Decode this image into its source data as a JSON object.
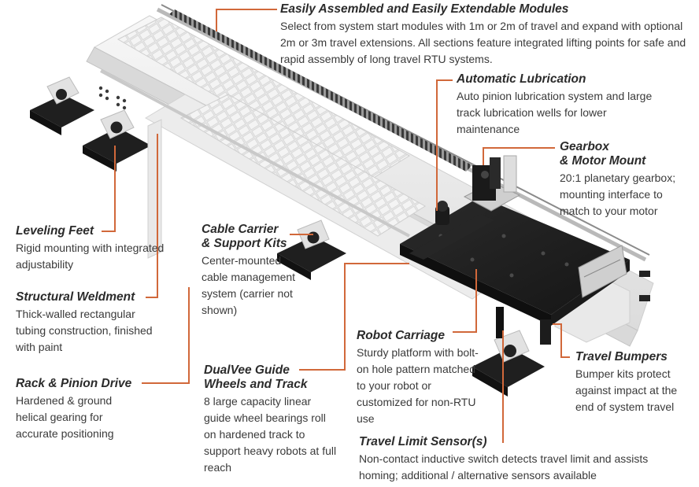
{
  "colors": {
    "accent": "#d1683a",
    "title_text": "#2b2b2b",
    "body_text": "#3a3a3a",
    "machine_dark": "#1e1e1e",
    "rail_light": "#eeeeee"
  },
  "callouts": {
    "modules": {
      "title": "Easily Assembled and Easily Extendable Modules",
      "desc": "Select from system start modules with 1m or 2m of travel and expand with optional 2m or 3m travel extensions. All sections feature integrated lifting points for safe and rapid assembly of long travel RTU systems."
    },
    "lubrication": {
      "title": "Automatic Lubrication",
      "desc": "Auto pinion lubrication system and large track lubrication wells for lower maintenance"
    },
    "gearbox": {
      "title_line1": "Gearbox",
      "title_line2": "& Motor Mount",
      "desc": "20:1 planetary gearbox; mounting interface to match to your motor"
    },
    "leveling": {
      "title": "Leveling Feet",
      "desc": "Rigid mounting with integrated adjustability"
    },
    "weldment": {
      "title": "Structural Weldment",
      "desc": "Thick-walled rectangular tubing construction, finished with paint"
    },
    "rack": {
      "title": "Rack & Pinion Drive",
      "desc": "Hardened & ground helical gearing for accurate positioning"
    },
    "cable": {
      "title_line1": "Cable Carrier",
      "title_line2": "& Support Kits",
      "desc": "Center-mounted cable management system (carrier not shown)"
    },
    "dualvee": {
      "title_line1": "DualVee Guide",
      "title_line2": "Wheels and Track",
      "desc": "8 large capacity linear guide wheel bearings roll on hardened track to support heavy robots at full reach"
    },
    "carriage": {
      "title": "Robot Carriage",
      "desc": "Sturdy platform with bolt-on hole pattern matched to your robot or customized for non-RTU use"
    },
    "bumpers": {
      "title": "Travel Bumpers",
      "desc": "Bumper kits protect against impact at the end of system travel"
    },
    "sensor": {
      "title": "Travel Limit Sensor(s)",
      "desc": "Non-contact inductive switch detects travel limit and assists homing; additional / alternative sensors available"
    }
  }
}
